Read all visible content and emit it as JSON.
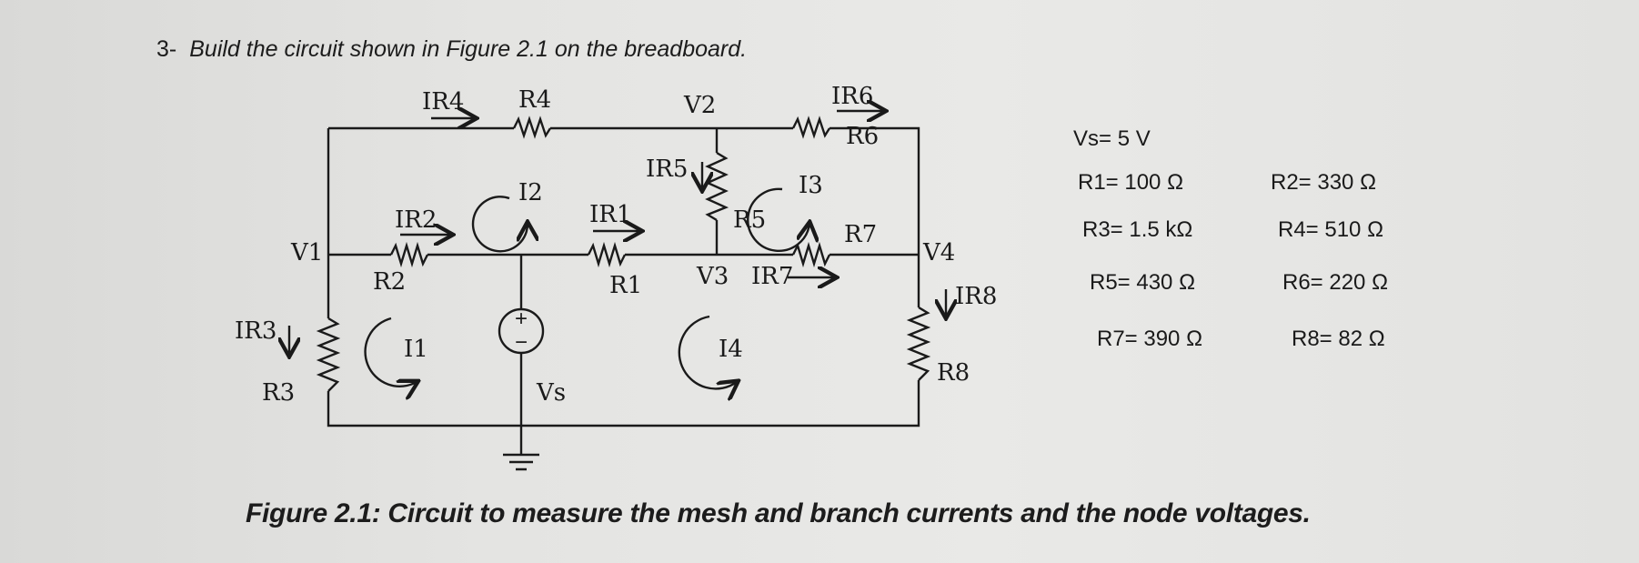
{
  "instruction": {
    "number": "3-",
    "text": "Build the circuit shown in Figure 2.1 on the breadboard."
  },
  "circuit": {
    "resistors": {
      "r1": "R1",
      "r2": "R2",
      "r3": "R3",
      "r4": "R4",
      "r5": "R5",
      "r6": "R6",
      "r7": "R7",
      "r8": "R8"
    },
    "nodes": {
      "v1": "V1",
      "v2": "V2",
      "v3": "V3",
      "v4": "V4"
    },
    "source": {
      "label": "Vs",
      "plus": "+",
      "minus": "−"
    },
    "mesh_currents": {
      "i1": "I1",
      "i2": "I2",
      "i3": "I3",
      "i4": "I4"
    },
    "branch_currents": {
      "ir1": "IR1",
      "ir2": "IR2",
      "ir3": "IR3",
      "ir4": "IR4",
      "ir5": "IR5",
      "ir6": "IR6",
      "ir7": "IR7",
      "ir8": "IR8"
    }
  },
  "values": {
    "vs": "Vs= 5 V",
    "r1": "R1= 100 Ω",
    "r2": "R2= 330 Ω",
    "r3": "R3= 1.5 kΩ",
    "r4": "R4= 510 Ω",
    "r5": "R5= 430 Ω",
    "r6": "R6= 220 Ω",
    "r7": "R7= 390 Ω",
    "r8": "R8= 82 Ω"
  },
  "caption": "Figure 2.1: Circuit to measure the mesh and branch currents and the node voltages."
}
